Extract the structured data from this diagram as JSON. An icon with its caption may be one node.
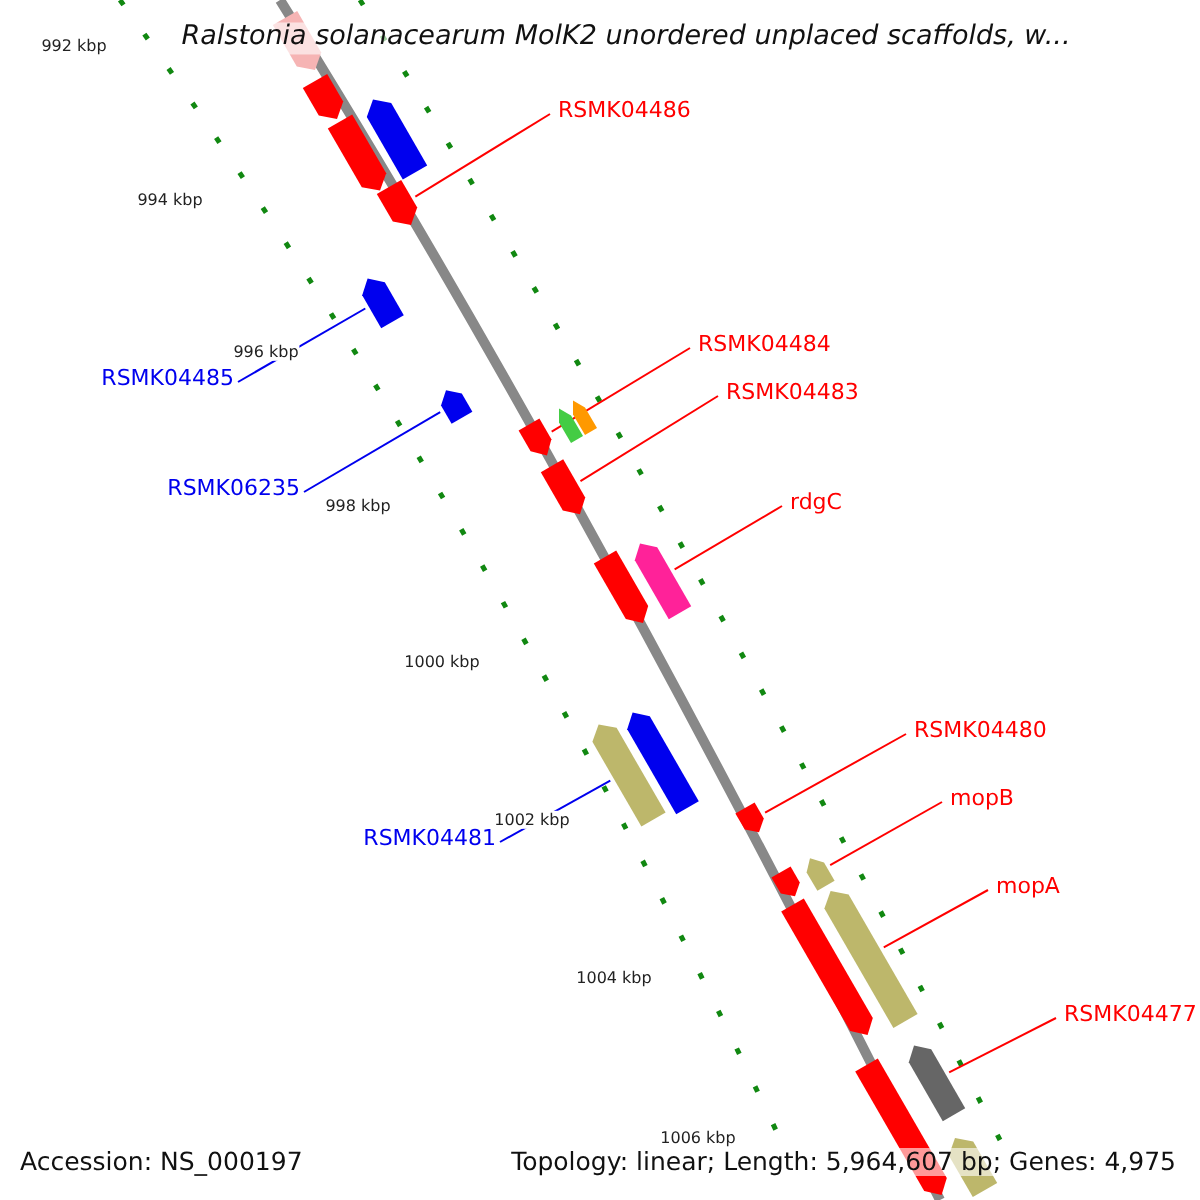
{
  "diagram": {
    "title": "Ralstonia solanacearum MolK2 unordered unplaced scaffolds, w...",
    "nodes": [
      {
        "text": [
          "RSMK04486"
        ]
      },
      {
        "text": [],
        "shape": "bar"
      },
      {
        "text": [
          "RSMK04485"
        ]
      },
      {
        "text": [],
        "shape": "bar"
      },
      {
        "text": [
          "RSMK06235"
        ]
      },
      {
        "text": [],
        "shape": "bar"
      },
      {
        "text": [
          "RSMK04484"
        ]
      },
      {
        "text": [],
        "shape": "bar"
      },
      {
        "text": [
          "RSMK04483"
        ]
      },
      {
        "text": [],
        "shape": "bar"
      },
      {
        "text": [
          "rdgC"
        ]
      },
      {
        "text": [],
        "shape": "bar"
      },
      {
        "text": [
          "RSMK04480"
        ]
      },
      {
        "text": [],
        "shape": "bar"
      },
      {
        "text": [
          "mopB"
        ]
      },
      {
        "text": [],
        "shape": "bar"
      },
      {
        "text": [
          "RSMK04481"
        ]
      },
      {
        "text": [],
        "shape": "bar"
      },
      {
        "text": [
          "mopA"
        ]
      },
      {
        "text": [],
        "shape": "bar"
      },
      {
        "text": [
          "RSMK04477"
        ]
      },
      {
        "text": [],
        "shape": "bar"
      },
      {
        "text": [],
        "shape": "bar"
      },
      {
        "text": [],
        "shape": "bar"
      },
      {
        "text": [],
        "shape": "bar"
      },
      {
        "text": [],
        "shape": "bar"
      },
      {
        "text": [],
        "shape": "bar"
      },
      {
        "text": [],
        "shape": "bar"
      },
      {
        "text": [],
        "shape": "bar"
      },
      {
        "text": [],
        "shape": "bar"
      },
      {
        "text": [],
        "shape": "bar"
      },
      {
        "text": [],
        "shape": "bar"
      },
      {
        "text": [],
        "shape": "bar"
      },
      {
        "text": [],
        "shape": "bar"
      }
    ],
    "edges": [
      {
        "from": 0,
        "to": 1,
        "arrow": "none"
      },
      {
        "from": 2,
        "to": 3,
        "arrow": "none",
        "color": "#0000ee"
      },
      {
        "from": 4,
        "to": 5,
        "arrow": "none",
        "color": "#0000ee"
      },
      {
        "from": 6,
        "to": 7,
        "arrow": "none"
      },
      {
        "from": 8,
        "to": 9,
        "arrow": "none"
      },
      {
        "from": 10,
        "to": 11,
        "arrow": "none"
      },
      {
        "from": 12,
        "to": 13,
        "arrow": "none"
      },
      {
        "from": 14,
        "to": 15,
        "arrow": "none"
      },
      {
        "from": 16,
        "to": 17,
        "arrow": "none",
        "color": "#0000ee"
      },
      {
        "from": 18,
        "to": 19,
        "arrow": "none"
      },
      {
        "from": 20,
        "to": 21,
        "arrow": "none"
      }
    ],
    "labels": [
      "992 kbp",
      "994 kbp",
      "996 kbp",
      "998 kbp",
      "1000 kbp",
      "1002 kbp",
      "1004 kbp",
      "1006 kbp",
      "Accession: NS_000197",
      "Topology: linear; Length: 5,964,607 bp; Genes: 4,975"
    ]
  }
}
